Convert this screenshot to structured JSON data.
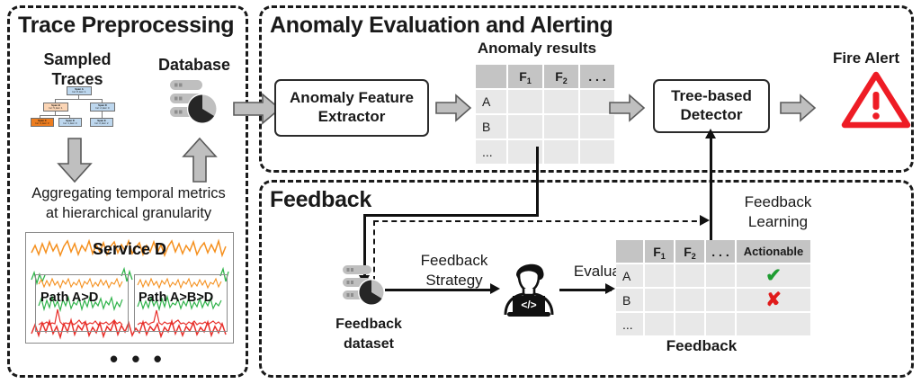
{
  "panels": {
    "trace": {
      "title": "Trace Preprocessing"
    },
    "anomaly": {
      "title": "Anomaly Evaluation and Alerting"
    },
    "feedback": {
      "title": "Feedback"
    }
  },
  "trace_panel": {
    "sampled_traces_label_line1": "Sampled",
    "sampled_traces_label_line2": "Traces",
    "database_label": "Database",
    "aggregating_line1": "Aggregating temporal metrics",
    "aggregating_line2": "at hierarchical granularity",
    "ellipsis": "• • •",
    "trace_tree": {
      "nodes": [
        {
          "id": "A",
          "name": "Span A",
          "detail": "Inc: 8, Exc: 1",
          "color": "blue"
        },
        {
          "id": "B",
          "name": "Span B",
          "detail": "Inc: 5, Exc: 1",
          "color": "peach"
        },
        {
          "id": "D1",
          "name": "Span D",
          "detail": "Inc: 2, Exc: 0",
          "color": "blue"
        },
        {
          "id": "C",
          "name": "Span C",
          "detail": "Inc: 3, Exc: 3",
          "color": "orange"
        },
        {
          "id": "D2",
          "name": "Span D",
          "detail": "Inc: 1, Exc: 0",
          "color": "blue"
        },
        {
          "id": "E",
          "name": "Span E",
          "detail": "Inc: 2, Exc: 2",
          "color": "blue"
        }
      ]
    },
    "metrics_charts": {
      "service_label": "Service D",
      "path_1_label": "Path A>D",
      "path_2_label": "Path A>B>D",
      "series_colors": {
        "orange": "#F5901E",
        "green": "#2FB34A",
        "red": "#E8302B"
      }
    }
  },
  "anomaly_panel": {
    "extractor_line1": "Anomaly Feature",
    "extractor_line2": "Extractor",
    "detector_line1": "Tree-based",
    "detector_line2": "Detector",
    "fire_alert_label": "Fire Alert",
    "results_table": {
      "caption": "Anomaly results",
      "columns": [
        "",
        "F1",
        "F2",
        ". . ."
      ],
      "rows": [
        {
          "label": "A",
          "cells": [
            "",
            "",
            ""
          ]
        },
        {
          "label": "B",
          "cells": [
            "",
            "",
            ""
          ]
        },
        {
          "label": "...",
          "cells": [
            "",
            "",
            ""
          ]
        }
      ]
    }
  },
  "feedback_panel": {
    "dataset_label_line1": "Feedback",
    "dataset_label_line2": "dataset",
    "strategy_label_line1": "Feedback",
    "strategy_label_line2": "Strategy",
    "evaluate_label": "Evaluate",
    "learning_label_line1": "Feedback",
    "learning_label_line2": "Learning",
    "table_caption": "Feedback",
    "feedback_table": {
      "columns": [
        "",
        "F1",
        "F2",
        ". . .",
        "Actionable"
      ],
      "rows": [
        {
          "label": "A",
          "cells": [
            "",
            "",
            ""
          ],
          "actionable": "✔"
        },
        {
          "label": "B",
          "cells": [
            "",
            "",
            ""
          ],
          "actionable": "✘"
        },
        {
          "label": "...",
          "cells": [
            "",
            "",
            ""
          ],
          "actionable": ""
        }
      ]
    }
  },
  "icons": {
    "database": "database-pie-icon",
    "developer": "developer-laptop-icon",
    "alert": "warning-triangle-icon",
    "check": "check-mark-icon",
    "cross": "cross-mark-icon"
  },
  "colors": {
    "accent_orange": "#F5901E",
    "accent_green": "#2FB34A",
    "accent_red": "#E8302B",
    "alert_red": "#EE1C25",
    "table_header": "#C4C4C4",
    "table_cell": "#E8E8E8",
    "arrow_gray": "#BFBFBF",
    "stroke": "#1A1A1A"
  }
}
